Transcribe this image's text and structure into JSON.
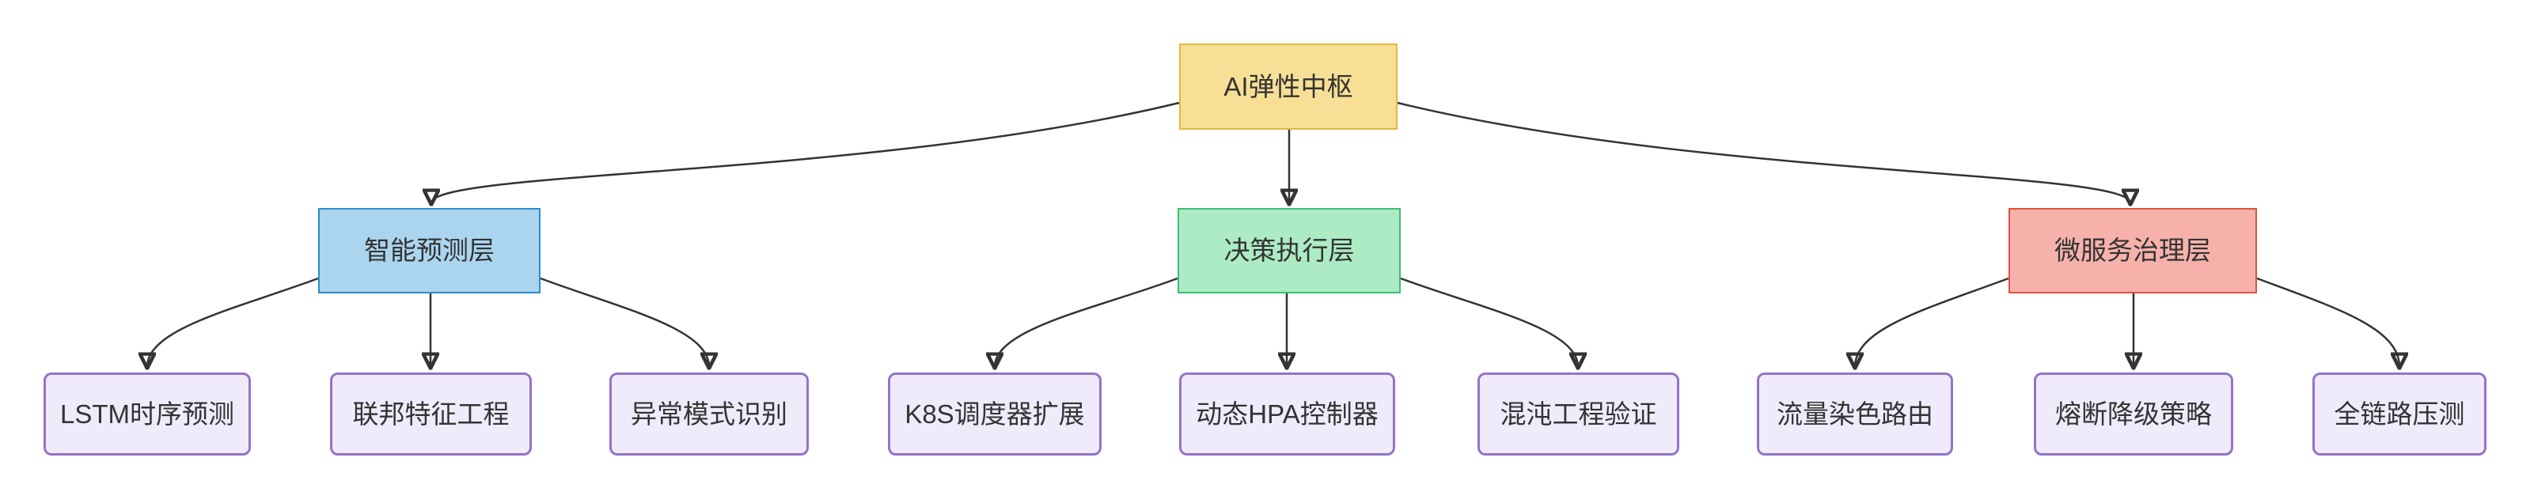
{
  "diagram": {
    "type": "flowchart",
    "direction": "top-down",
    "background_color": "#ffffff",
    "edge_color": "#333333",
    "text_color": "#333333",
    "root": {
      "label": "AI弹性中枢",
      "fill": "#F7E096",
      "border": "#DFB941"
    },
    "level2": [
      {
        "label": "智能预测层",
        "fill": "#ABD5EF",
        "border": "#2E8BC9",
        "parent": "AI弹性中枢"
      },
      {
        "label": "决策执行层",
        "fill": "#ACEBC4",
        "border": "#3DBE76",
        "parent": "AI弹性中枢"
      },
      {
        "label": "微服务治理层",
        "fill": "#F6B2AA",
        "border": "#E14F3E",
        "parent": "AI弹性中枢"
      }
    ],
    "level3": [
      {
        "label": "LSTM时序预测",
        "parent": "智能预测层"
      },
      {
        "label": "联邦特征工程",
        "parent": "智能预测层"
      },
      {
        "label": "异常模式识别",
        "parent": "智能预测层"
      },
      {
        "label": "K8S调度器扩展",
        "parent": "决策执行层"
      },
      {
        "label": "动态HPA控制器",
        "parent": "决策执行层"
      },
      {
        "label": "混沌工程验证",
        "parent": "决策执行层"
      },
      {
        "label": "流量染色路由",
        "parent": "微服务治理层"
      },
      {
        "label": "熔断降级策略",
        "parent": "微服务治理层"
      },
      {
        "label": "全链路压测",
        "parent": "微服务治理层"
      }
    ],
    "leaf_style": {
      "fill": "#EFEBFA",
      "border": "#9473C9"
    }
  }
}
